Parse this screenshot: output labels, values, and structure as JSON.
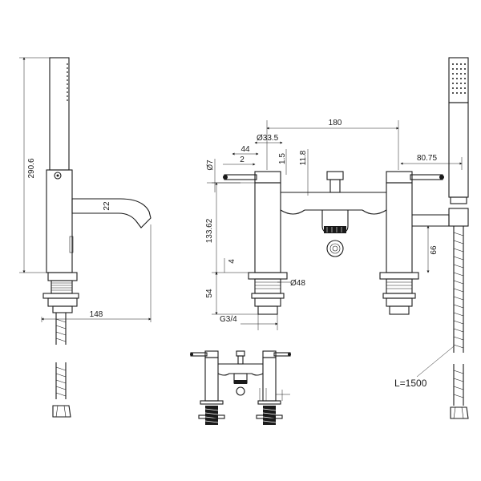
{
  "dimensions": {
    "side_height": "290.6",
    "side_spout": "22",
    "side_reach": "148",
    "front_center_span": "180",
    "front_handle_dia": "Ø33.5",
    "front_lever_width": "44",
    "front_lever_offset": "2",
    "front_lever_gap": "1.5",
    "front_lever_height": "11.8",
    "front_small_dia": "Ø7",
    "front_body_height": "133.62",
    "front_thread_4": "4",
    "front_base_dia": "Ø48",
    "front_base_height": "54",
    "front_thread": "G3/4",
    "front_hose_offset": "80.75",
    "front_hose_height": "66",
    "hose_length": "L=1500"
  }
}
